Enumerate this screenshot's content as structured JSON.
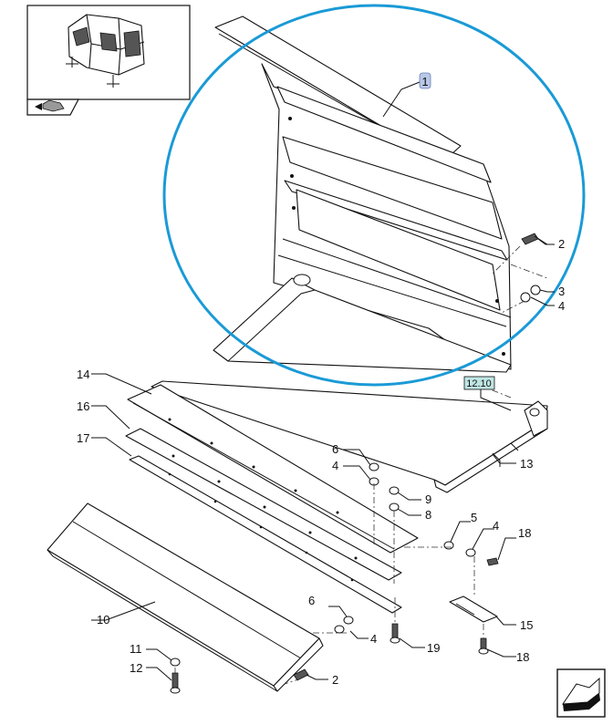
{
  "callouts": {
    "c1": "1",
    "c2a": "2",
    "c2b": "2",
    "c3": "3",
    "c4a": "4",
    "c4b": "4",
    "c4c": "4",
    "c4d": "4",
    "c5": "5",
    "c6a": "6",
    "c6b": "6",
    "c8": "8",
    "c9": "9",
    "c10": "10",
    "c11": "11",
    "c12": "12",
    "c13": "13",
    "c14": "14",
    "c15": "15",
    "c16": "16",
    "c17": "17",
    "c18a": "18",
    "c18b": "18",
    "c19": "19"
  },
  "reference_tag": "12.10",
  "colors": {
    "highlight_circle": "#1a9ad6",
    "callout_1_fill": "#b9c8e8",
    "reference_tag_fill": "#bfe6e4"
  },
  "icons": {
    "thumbnail": "machine-thumbnail",
    "thumbnail_corner": "component-stack-icon",
    "navigation": "next-page-arrow-icon"
  }
}
